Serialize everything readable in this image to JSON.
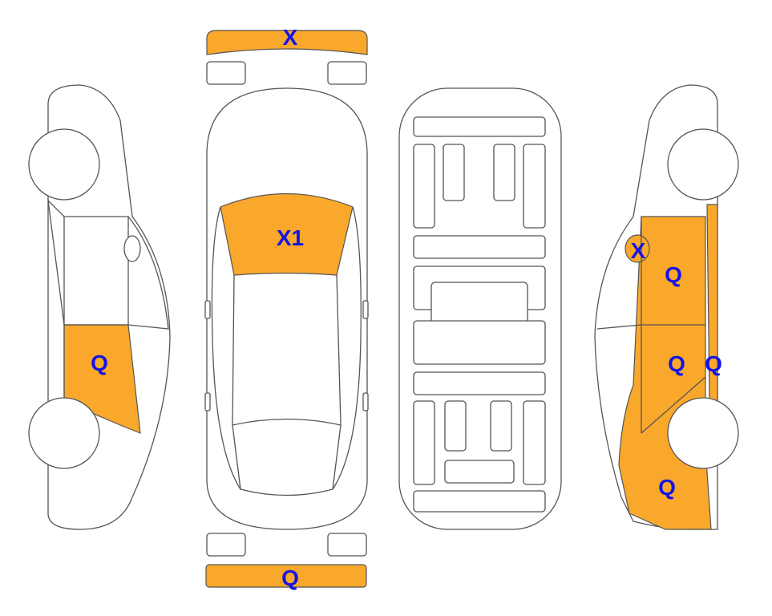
{
  "colors": {
    "damage": "#F9A82B",
    "label": "#1414E6",
    "outline": "#555555"
  },
  "views": {
    "front_bumper": {
      "label": "X"
    },
    "windshield": {
      "label": "X1"
    },
    "left_rear_door": {
      "label": "Q"
    },
    "rear_bumper": {
      "label": "Q"
    },
    "right_mirror": {
      "label": "X"
    },
    "right_front_door": {
      "label": "Q"
    },
    "right_rear_door": {
      "label": "Q"
    },
    "right_pillar": {
      "label": "Q"
    },
    "right_rear_quarter": {
      "label": "Q"
    }
  }
}
